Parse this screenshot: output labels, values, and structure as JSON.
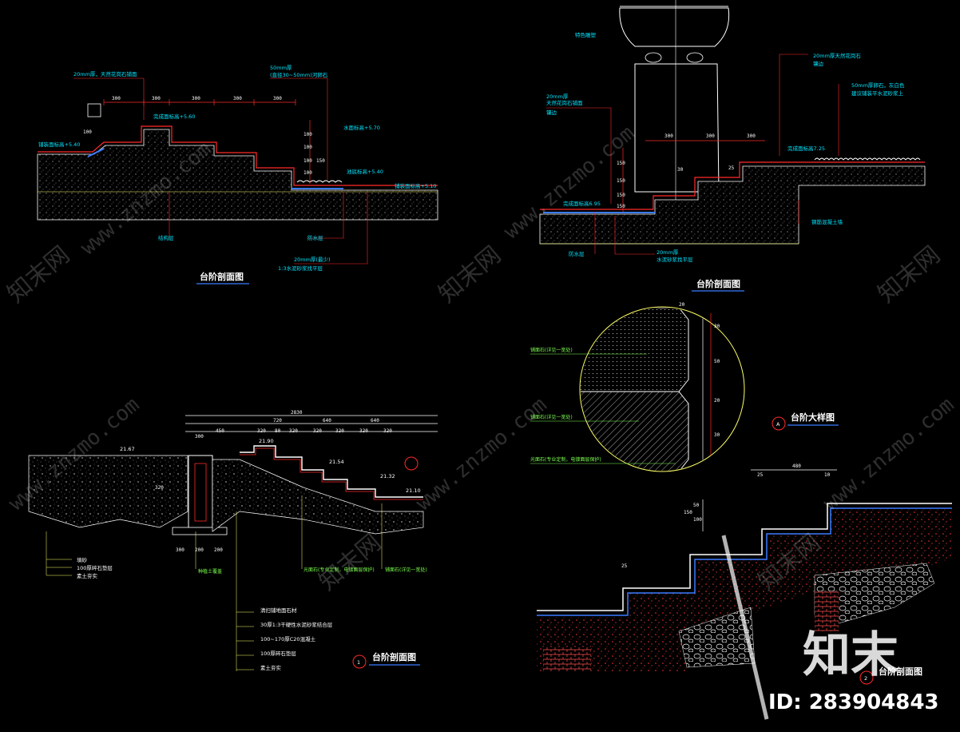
{
  "drawings": {
    "top_left": {
      "title": "台阶剖面图",
      "dims": [
        "300",
        "300",
        "300",
        "300",
        "300",
        "100",
        "100",
        "100",
        "100",
        "150",
        "100"
      ],
      "notes": [
        "20mm厚，天然花岗石铺面",
        "50mm厚",
        "(直径30~50mm)河卵石",
        "完成面标高+5.60",
        "铺装面标高+5.40",
        "水面标高+5.70",
        "池底标高+5.40",
        "铺装面标高+5.10",
        "结构层",
        "防水层",
        "20mm厚(最少)",
        "1:3水泥砂浆找平层"
      ]
    },
    "top_right": {
      "title": "台阶剖面图",
      "dims": [
        "300",
        "300",
        "300",
        "30",
        "25",
        "150",
        "150",
        "150",
        "150"
      ],
      "notes": [
        "特色雕塑",
        "20mm厚",
        "天然花岗石铺面",
        "镶边",
        "20mm厚天然花岗石",
        "镶边",
        "50mm厚卵石，灰白色",
        "建议铺装平水泥砂浆上",
        "完成面标高7.25",
        "完成面标高6.95",
        "防水层",
        "20mm厚",
        "水泥砂浆找平层",
        "钢筋混凝土墙"
      ]
    },
    "detail_a": {
      "label": "A",
      "title": "台阶大样图",
      "dims": [
        "20",
        "30",
        "50",
        "20",
        "30"
      ],
      "notes": [
        "铺面石(详见一宽处)",
        "铺面石(详见一宽处)",
        "光面石(专业定制，电镀面层保护)"
      ]
    },
    "section_1": {
      "label": "1",
      "title": "台阶剖面图",
      "dims": [
        "2830",
        "720",
        "640",
        "640",
        "300",
        "450",
        "320",
        "80",
        "320",
        "320",
        "320",
        "320",
        "320",
        "320",
        "300",
        "200",
        "200"
      ],
      "elevations": [
        "21.67",
        "21.90",
        "21.54",
        "21.32",
        "21.10"
      ],
      "notes": [
        "填砂",
        "100厚碎石垫层",
        "素土夯实",
        "种植土覆盖",
        "光面石(专业定制，电镀面层保护)",
        "铺面石(详见一宽处)",
        "清扫铺地面石材",
        "30厚1:3干硬性水泥砂浆结合层",
        "100~170厚C20混凝土",
        "100厚碎石垫层",
        "素土夯实"
      ]
    },
    "section_2": {
      "label": "2",
      "title": "台阶剖面图",
      "dims": [
        "480",
        "25",
        "10",
        "25",
        "50",
        "100",
        "150"
      ]
    }
  },
  "watermark": {
    "text_cn": "知末网",
    "text_url": "www.znzmo.com",
    "logo": "知末",
    "id_label": "ID: 283904843"
  },
  "colors": {
    "background": "#000000",
    "dimension_line": "#ff2a2a",
    "annotation": "#00e5ff",
    "outline": "#ffffff",
    "waterproof": "#3a7bff",
    "circle": "#ffff66",
    "accent_green": "#7CFF4F",
    "fill_red_gravel": "#ff3030"
  }
}
